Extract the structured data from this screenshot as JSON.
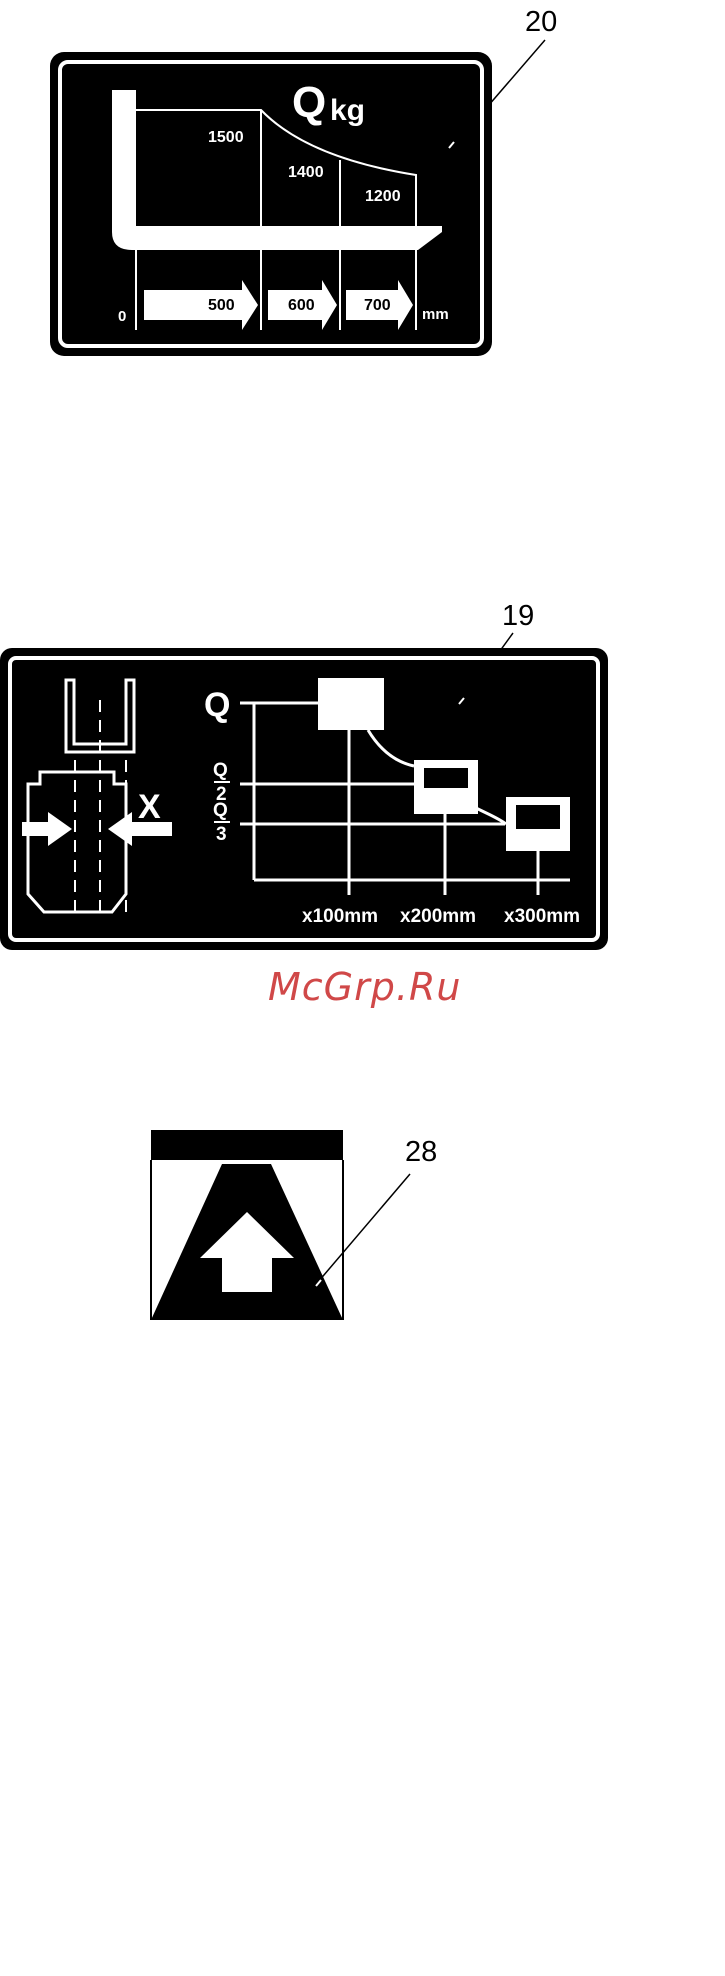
{
  "label20": {
    "callout": "20",
    "q": "Q",
    "kg": "kg",
    "capacities": [
      "1500",
      "1400",
      "1200"
    ],
    "zero": "0",
    "distances": [
      "500",
      "600",
      "700"
    ],
    "unit": "mm"
  },
  "label19": {
    "callout": "19",
    "x_mark": "X",
    "q_full": "Q",
    "q_half_num": "Q",
    "q_half_den": "2",
    "q_third_num": "Q",
    "q_third_den": "3",
    "x_ticks": [
      "x100mm",
      "x200mm",
      "x300mm"
    ]
  },
  "label28": {
    "callout": "28"
  },
  "watermark": "McGrp.Ru",
  "colors": {
    "label_bg": "#000000",
    "label_fg": "#ffffff",
    "watermark": "#d04848"
  }
}
